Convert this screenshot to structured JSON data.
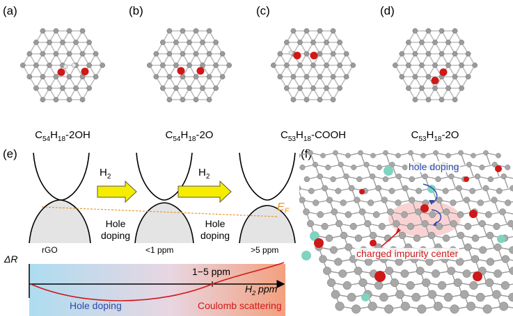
{
  "panels": {
    "a": {
      "label": "(a)",
      "formula": {
        "c": "C",
        "c_sub": "54",
        "h": "H",
        "h_sub": "18",
        "suffix": "-2OH"
      }
    },
    "b": {
      "label": "(b)",
      "formula": {
        "c": "C",
        "c_sub": "54",
        "h": "H",
        "h_sub": "18",
        "suffix": "-2O"
      }
    },
    "c": {
      "label": "(c)",
      "formula": {
        "c": "C",
        "c_sub": "53",
        "h": "H",
        "h_sub": "18",
        "suffix": "-COOH"
      }
    },
    "d": {
      "label": "(d)",
      "formula": {
        "c": "C",
        "c_sub": "53",
        "h": "H",
        "h_sub": "18",
        "suffix": "-2O"
      }
    },
    "e": {
      "label": "(e)",
      "gas": "H",
      "gas_sub": "2",
      "fermi_main": "E",
      "fermi_sub": "F",
      "hole_doping_1": "Hole",
      "hole_doping_2": "doping",
      "stage_labels": [
        "rGO",
        "<1 ppm",
        ">5 ppm"
      ],
      "y_axis": "ΔR",
      "x_axis_main": "H",
      "x_axis_sub": "2",
      "x_axis_unit": " ppm",
      "mid_mark": "1−5 ppm",
      "left_region": "Hole doping",
      "right_region": "Coulomb scattering"
    },
    "f": {
      "label": "(f)",
      "hole_doping": "hole doping",
      "impurity": "charged impurity center"
    }
  },
  "colors": {
    "carbon": "#9a9a9a",
    "oxygen": "#d01818",
    "hydrogen": "#e0e0e0",
    "cyan_atom": "#7fd3c0",
    "arrow_fill": "#f5ec00",
    "fermi_line": "#e8962a",
    "curve_red": "#d01818",
    "blue_text": "#2a4aa8",
    "bar_left": "#aedcf0",
    "bar_right": "#f3a07e"
  }
}
